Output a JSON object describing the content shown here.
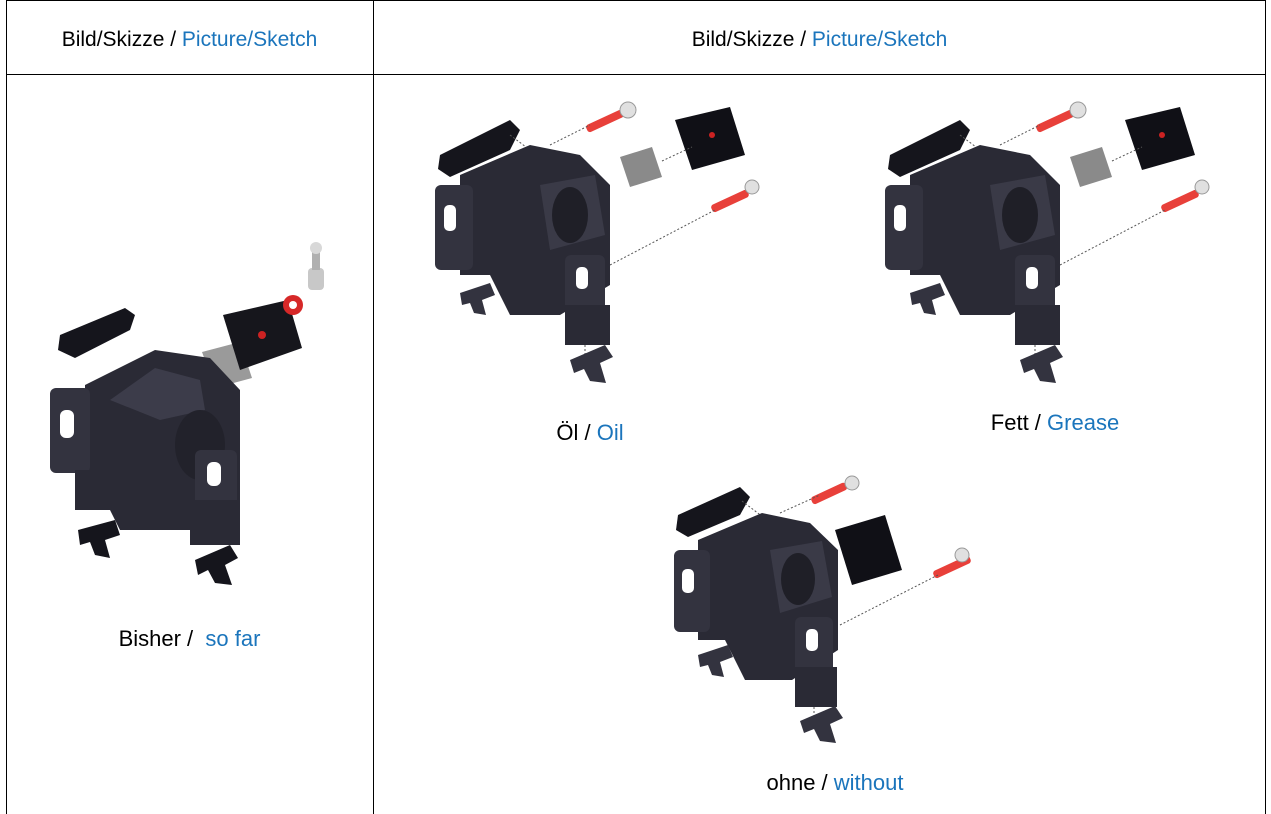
{
  "header": {
    "col1": {
      "de": "Bild/Skizze / ",
      "en": "Picture/Sketch"
    },
    "col2": {
      "de": "Bild/Skizze / ",
      "en": "Picture/Sketch"
    }
  },
  "captions": {
    "so_far": {
      "de": "Bisher / ",
      "en": "so far"
    },
    "oil": {
      "de": "Öl / ",
      "en": "Oil"
    },
    "grease": {
      "de": "Fett / ",
      "en": "Grease"
    },
    "without": {
      "de": "ohne / ",
      "en": "without"
    }
  },
  "colors": {
    "english_text": "#1b75bc",
    "part_body": "#2a2a35",
    "screw": "#e8403a",
    "grid_lines": "#000000"
  }
}
